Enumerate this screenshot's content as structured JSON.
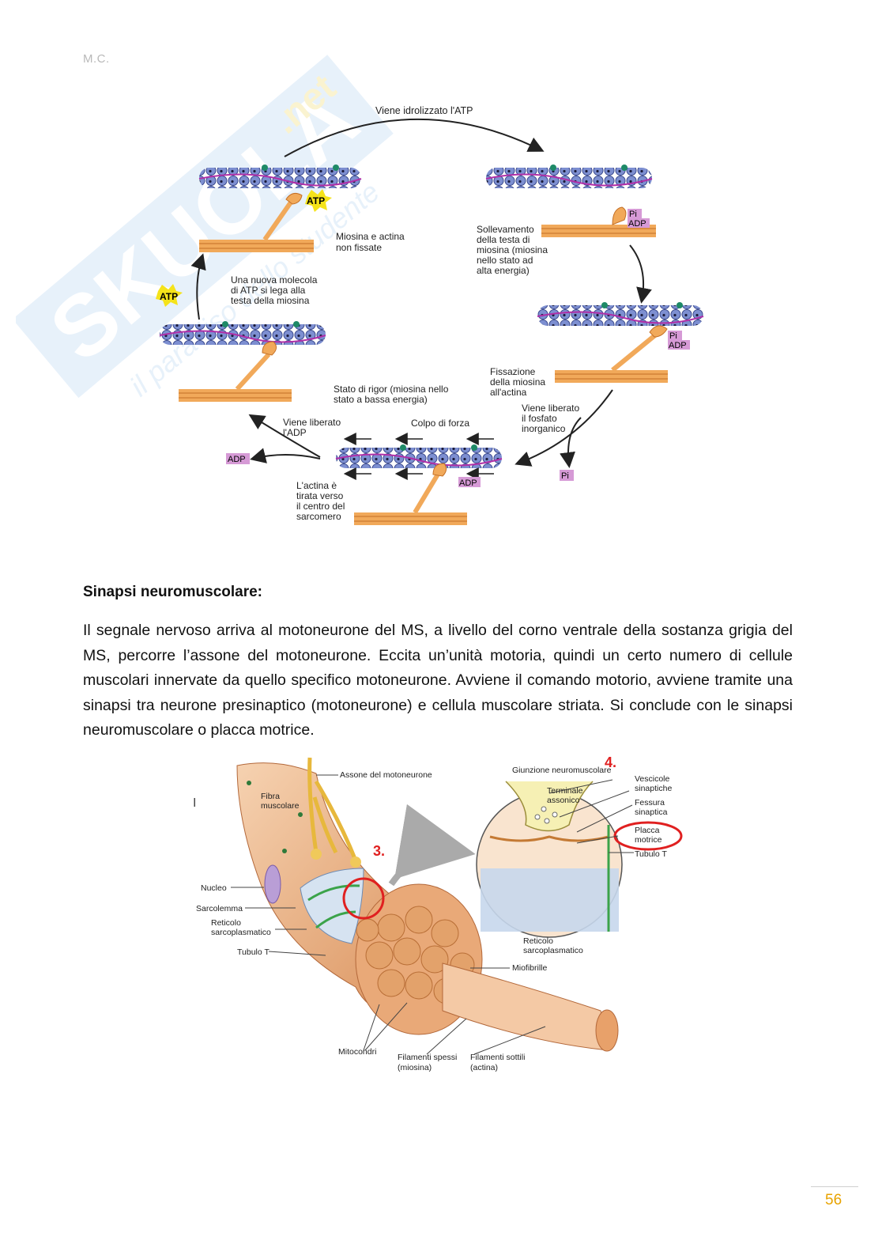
{
  "header": {
    "initials": "M.C."
  },
  "watermark": {
    "brand": "SKUOLA.net",
    "slogan": "il paradiso dello studente"
  },
  "figure_cycle": {
    "labels": {
      "atp_hydrolyzed": "Viene idrolizzato l'ATP",
      "not_fixed": "Miosina e actina\nnon fissate",
      "head_lift": "Sollevamento\ndella testa di\nmiosina (miosina\nnello stato ad\nalta energia)",
      "new_atp": "Una nuova molecola\ndi ATP si lega alla\ntesta della miosina",
      "fixation": "Fissazione\ndella miosina\nall'actina",
      "rigor": "Stato di rigor (miosina nello\nstato a bassa energia)",
      "pi_released": "Viene liberato\nil fosfato\ninorganico",
      "adp_released": "Viene liberato\nl'ADP",
      "power_stroke": "Colpo di forza",
      "pulled": "L'actina è\ntirata verso\nil centro del\nsarcomero"
    },
    "badges": {
      "atp": "ATP",
      "adp": "ADP",
      "pi": "Pi"
    }
  },
  "section": {
    "title": "Sinapsi neuromuscolare:",
    "body": "Il segnale nervoso arriva al motoneurone del MS, a livello del corno ventrale della sostanza grigia del MS, percorre l’assone del motoneurone. Eccita un’unità motoria, quindi un certo numero di cellule muscolari innervate da quello specifico motoneurone. Avviene il comando motorio, avviene tramite una sinapsi tra neurone presinaptico (motoneurone) e cellula muscolare striata. Si conclude con le sinapsi neuromuscolare o placca motrice."
  },
  "figure_nmj": {
    "labels": {
      "axon": "Assone del motoneurone",
      "fiber": "Fibra\nmuscolare",
      "nucleus": "Nucleo",
      "sarcolemma": "Sarcolemma",
      "sr": "Reticolo\nsarcoplasmatico",
      "t_tubule": "Tubulo T",
      "mito": "Mitocondri",
      "thick": "Filamenti spessi\n(miosina)",
      "thin": "Filamenti sottili\n(actina)",
      "myofibrils": "Miofibrille",
      "junction": "Giunzione neuromuscolare",
      "terminal": "Terminale\nassonico",
      "vesicles": "Vescicole\nsinaptiche",
      "cleft": "Fessura\nsinaptica",
      "plate": "Placca\nmotrice",
      "t_tubule2": "Tubulo T",
      "sr2": "Reticolo\nsarcoplasmatico"
    },
    "markers": {
      "three": "3.",
      "four": "4.",
      "tick": "I"
    }
  },
  "footer": {
    "page": "56"
  },
  "colors": {
    "accent": "#e8a300",
    "highlight": "#e02020",
    "atp_badge": "#f5e31a",
    "pi_badge": "#d69ad6"
  }
}
